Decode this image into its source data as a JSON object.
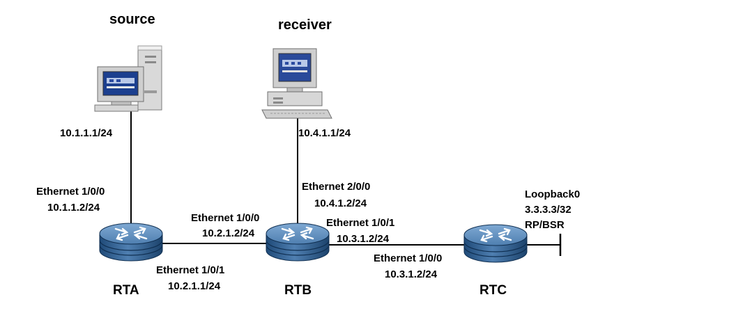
{
  "hosts": {
    "source": {
      "title": "source",
      "ip": "10.1.1.1/24"
    },
    "receiver": {
      "title": "receiver",
      "ip": "10.4.1.1/24"
    }
  },
  "routers": {
    "rta": {
      "name": "RTA"
    },
    "rtb": {
      "name": "RTB"
    },
    "rtc": {
      "name": "RTC"
    }
  },
  "interfaces": {
    "rta_e100": {
      "name": "Ethernet 1/0/0",
      "ip": "10.1.1.2/24"
    },
    "rta_e101": {
      "name": "Ethernet 1/0/1",
      "ip": "10.2.1.1/24"
    },
    "rtb_e200": {
      "name": "Ethernet 2/0/0",
      "ip": "10.4.1.2/24"
    },
    "rtb_e100": {
      "name": "Ethernet 1/0/0",
      "ip": "10.2.1.2/24"
    },
    "rtb_e101": {
      "name": "Ethernet 1/0/1",
      "ip": "10.3.1.2/24"
    },
    "rtc_e100": {
      "name": "Ethernet 1/0/0",
      "ip": "10.3.1.2/24"
    }
  },
  "loopback": {
    "name": "Loopback0",
    "ip": "3.3.3.3/32",
    "role": "RP/BSR"
  },
  "colors": {
    "router_body": "#3f6f9e",
    "router_top": "#6f9ccb",
    "router_dark": "#173f68",
    "link": "#000000"
  }
}
